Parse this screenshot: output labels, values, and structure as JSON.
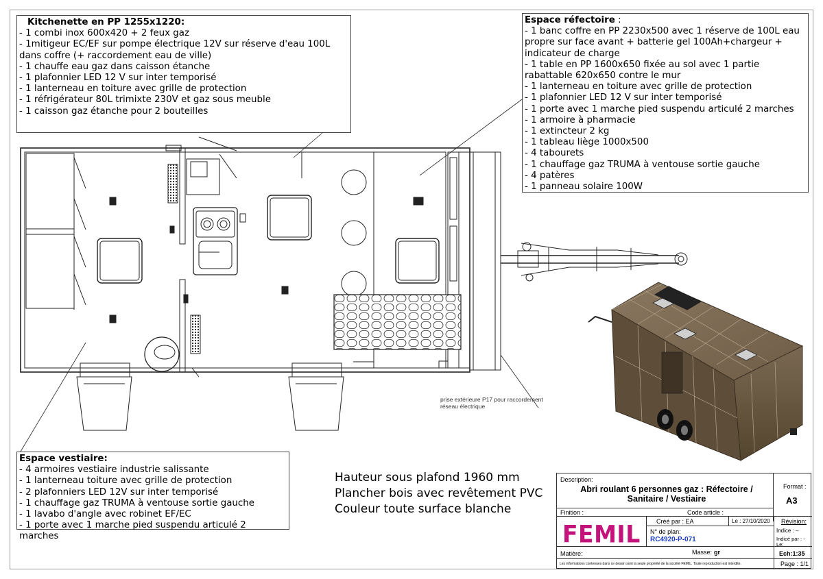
{
  "kitchenette": {
    "title": "Kitchenette en PP 1255x1220:",
    "items": [
      "- 1 combi inox  600x420 + 2 feux gaz",
      "- 1mitigeur EC/EF sur pompe électrique 12V sur réserve d'eau 100L dans coffre (+ raccordement eau de ville)",
      "- 1 chauffe eau gaz dans caisson étanche",
      "- 1 plafonnier LED 12 V sur inter temporisé",
      "- 1 lanterneau en toiture avec grille de protection",
      "- 1 réfrigérateur 80L trimixte 230V et gaz sous meuble",
      "- 1 caisson gaz étanche pour 2 bouteilles"
    ]
  },
  "refectoire": {
    "title": "Espace réfectoire",
    "title_suffix": " :",
    "items": [
      "- 1 banc coffre en PP 2230x500 avec 1 réserve de 100L eau propre sur face avant + batterie gel 100Ah+chargeur + indicateur de charge",
      "- 1 table en PP 1600x650 fixée au sol avec 1 partie rabattable 620x650 contre le mur",
      "- 1 lanterneau en toiture avec grille de protection",
      "- 1 plafonnier LED 12 V sur inter temporisé",
      "- 1 porte  avec 1 marche pied suspendu articulé 2 marches",
      "- 1 armoire à pharmacie",
      "- 1 extincteur 2 kg",
      "- 1 tableau liège 1000x500",
      "- 4 tabourets",
      "- 1 chauffage gaz TRUMA à ventouse sortie gauche",
      "- 4 patères",
      "- 1 panneau solaire 100W"
    ]
  },
  "vestiaire": {
    "title": "Espace vestiaire:",
    "items": [
      "- 4 armoires vestiaire industrie salissante",
      "- 1 lanterneau toiture avec grille de protection",
      "- 2 plafonniers LED 12V sur inter temporisé",
      "- 1 chauffage gaz TRUMA à ventouse sortie gauche",
      "- 1 lavabo d'angle avec robinet EF/EC",
      "- 1 porte  avec 1 marche pied suspendu articulé 2 marches"
    ]
  },
  "general_notes": [
    "Hauteur sous plafond 1960 mm",
    "Plancher bois avec revêtement PVC",
    "Couleur toute surface blanche"
  ],
  "socket_note": "prise extérieure P17 pour raccordement réseau électrique",
  "title_block": {
    "description_label": "Description:",
    "description": "Abri roulant 6 personnes gaz : Réfectoire / Sanitaire / Vestiaire",
    "format_label": "Format :",
    "format": "A3",
    "finition_label": "Finition :",
    "code_article_label": "Code article :",
    "cree_par": "Créé par : EA",
    "date": "Le : 27/10/2020",
    "revision_label": "Révision:",
    "indice": "Indice : –",
    "indice_par": "Indicé par : -",
    "indice_le": "Le:",
    "plan_label": "N° de plan:",
    "plan_number": "RC4920-P-071",
    "logo": "FEMIL",
    "matiere_label": "Matière:",
    "masse_label": "Masse:",
    "masse": "gr",
    "echelle": "Ech:1:35",
    "page": "Page : 1/1",
    "disclaimer": "Les informations contenues dans ce dessin sont la seule propriété de la société FEMIL. Toute reproduction est interdite."
  },
  "colors": {
    "logo": "#c4137a",
    "plan_number": "#1a3cc4",
    "iso_body": "#6b5a44",
    "line": "#222222"
  }
}
